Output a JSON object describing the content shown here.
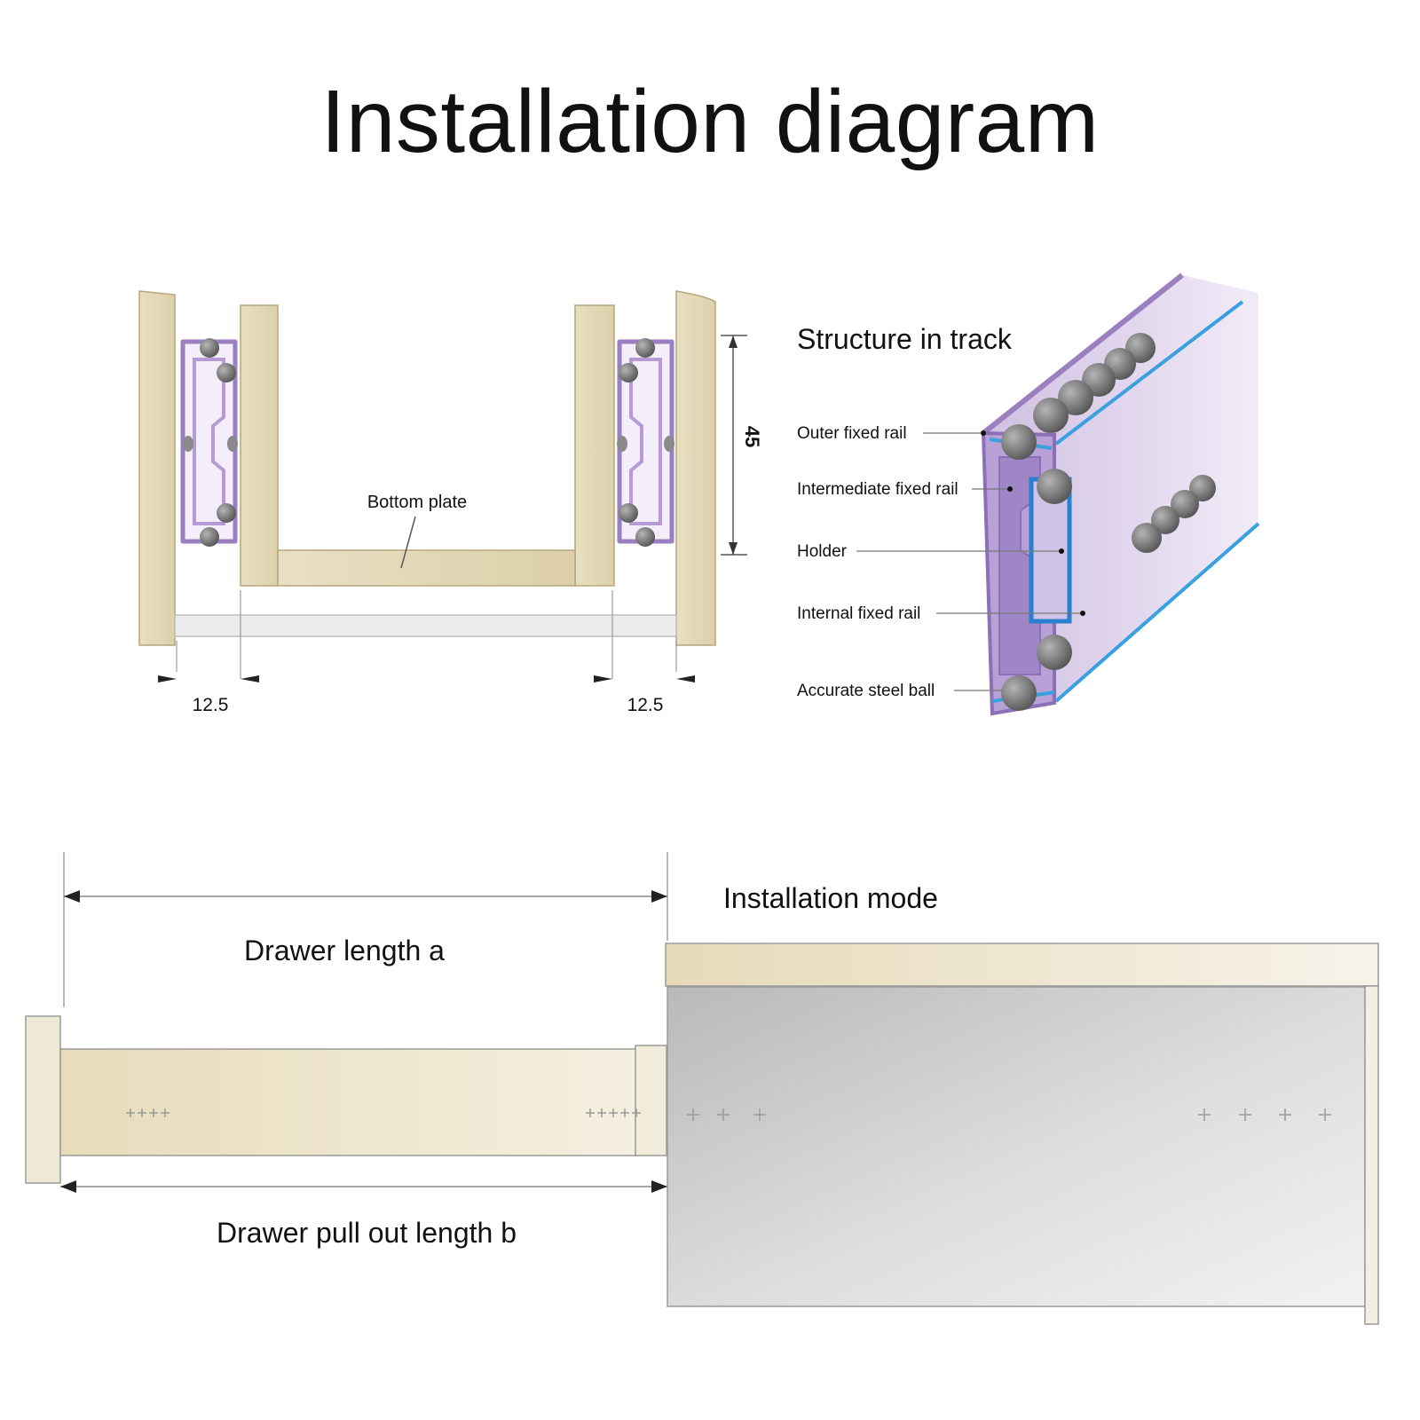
{
  "title": "Installation diagram",
  "cross_section": {
    "bottom_plate_label": "Bottom plate",
    "height_dimension": "45",
    "left_gap_dimension": "12.5",
    "right_gap_dimension": "12.5"
  },
  "track_structure": {
    "heading": "Structure in track",
    "labels": {
      "outer_fixed_rail": "Outer fixed rail",
      "intermediate_fixed_rail": "Intermediate fixed rail",
      "holder": "Holder",
      "internal_fixed_rail": "Internal fixed rail",
      "accurate_steel_ball": "Accurate steel ball"
    }
  },
  "installation_mode": {
    "heading": "Installation mode",
    "drawer_length_label": "Drawer length a",
    "pull_out_length_label": "Drawer pull out length b"
  },
  "colors": {
    "wood": "#e8dcbc",
    "rail_purple": "#a88bc9",
    "rail_blue": "#3aa0e0",
    "steel_ball": "#6b6b6b",
    "cabinet_gray": "#c8c8c8"
  }
}
